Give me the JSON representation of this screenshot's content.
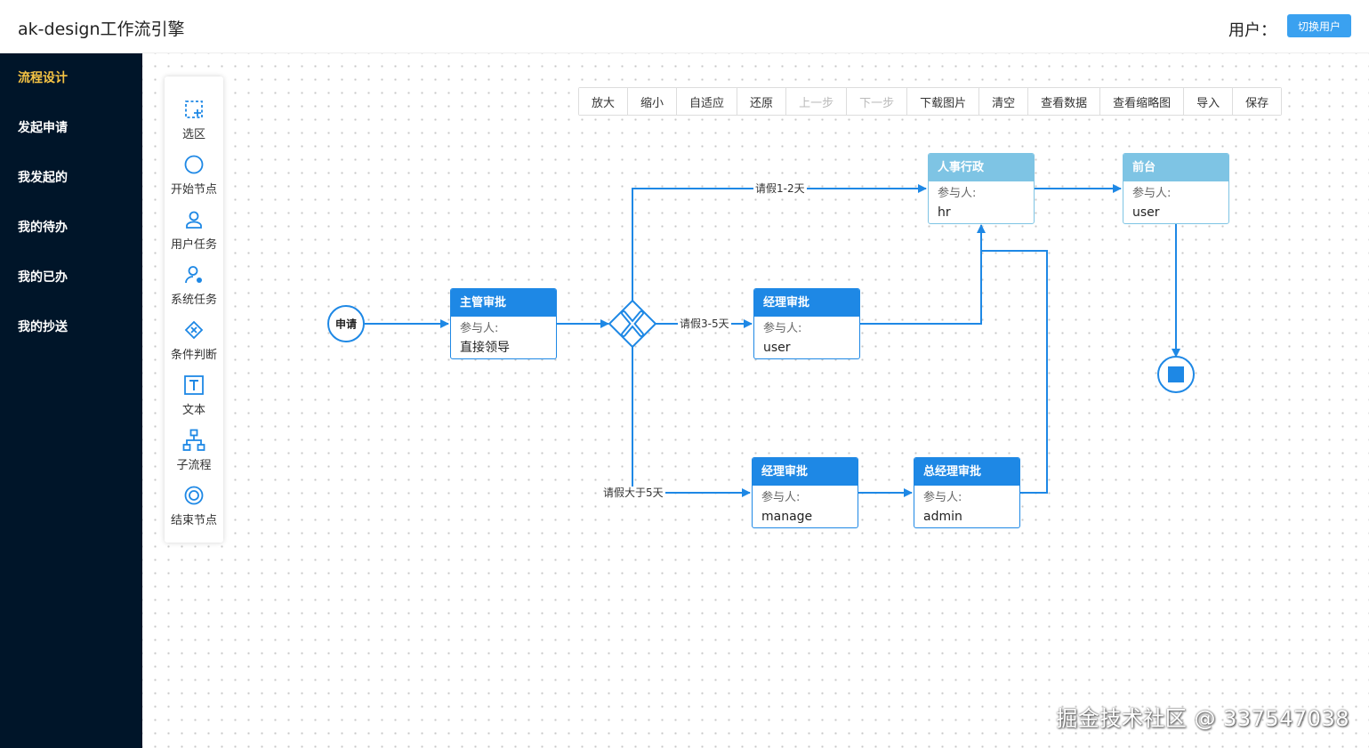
{
  "header": {
    "title": "ak-design工作流引擎",
    "user_label": "用户：",
    "switch_user": "切换用户"
  },
  "sidebar": {
    "items": [
      {
        "label": "流程设计",
        "active": true
      },
      {
        "label": "发起申请"
      },
      {
        "label": "我发起的"
      },
      {
        "label": "我的待办"
      },
      {
        "label": "我的已办"
      },
      {
        "label": "我的抄送"
      }
    ]
  },
  "palette": {
    "items": [
      {
        "label": "选区",
        "icon": "selection-icon"
      },
      {
        "label": "开始节点",
        "icon": "circle-icon"
      },
      {
        "label": "用户任务",
        "icon": "user-icon"
      },
      {
        "label": "系统任务",
        "icon": "user-gear-icon"
      },
      {
        "label": "条件判断",
        "icon": "diamond-icon"
      },
      {
        "label": "文本",
        "icon": "text-icon"
      },
      {
        "label": "子流程",
        "icon": "hierarchy-icon"
      },
      {
        "label": "结束节点",
        "icon": "double-circle-icon"
      }
    ]
  },
  "toolbar": {
    "buttons": [
      {
        "label": "放大"
      },
      {
        "label": "缩小"
      },
      {
        "label": "自适应"
      },
      {
        "label": "还原"
      },
      {
        "label": "上一步",
        "disabled": true
      },
      {
        "label": "下一步",
        "disabled": true
      },
      {
        "label": "下载图片"
      },
      {
        "label": "清空"
      },
      {
        "label": "查看数据"
      },
      {
        "label": "查看缩略图"
      },
      {
        "label": "导入"
      },
      {
        "label": "保存"
      }
    ]
  },
  "diagram": {
    "start_label": "申请",
    "participant_label": "参与人:",
    "tasks": [
      {
        "id": "supervisor",
        "title": "主管审批",
        "assignee": "直接领导"
      },
      {
        "id": "manager1",
        "title": "经理审批",
        "assignee": "user"
      },
      {
        "id": "hr",
        "title": "人事行政",
        "assignee": "hr"
      },
      {
        "id": "front",
        "title": "前台",
        "assignee": "user"
      },
      {
        "id": "manager2",
        "title": "经理审批",
        "assignee": "manage"
      },
      {
        "id": "gm",
        "title": "总经理审批",
        "assignee": "admin"
      }
    ],
    "edge_labels": {
      "e1": "请假1-2天",
      "e2": "请假3-5天",
      "e3": "请假大于5天"
    }
  },
  "colors": {
    "primary": "#1e88e5",
    "light": "#7ec4e4",
    "sidebar_bg": "#001529",
    "active_nav": "#f5c344"
  },
  "watermark": "掘金技术社区 @ 337547038"
}
